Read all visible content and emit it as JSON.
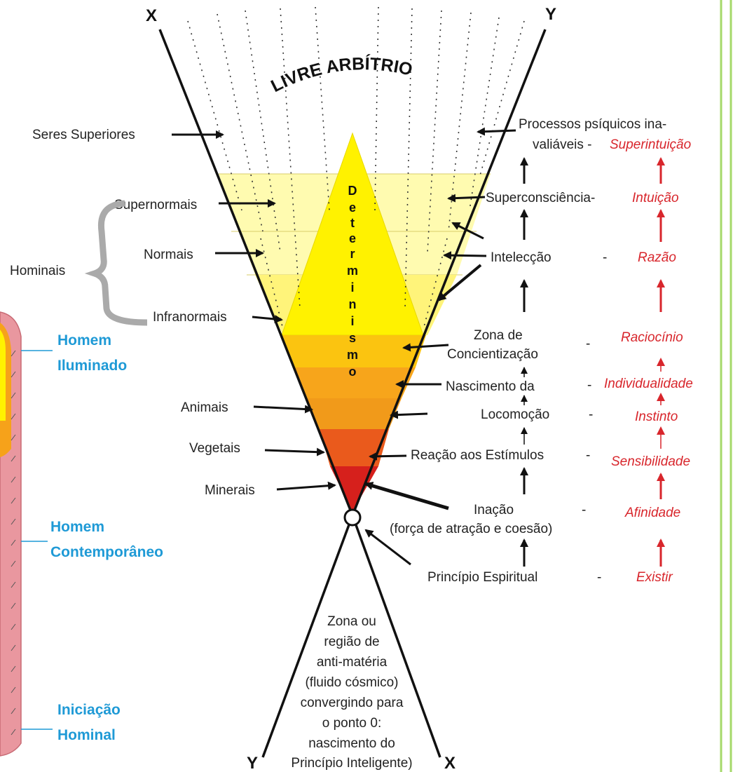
{
  "axes": {
    "x_top": "X",
    "y_top": "Y",
    "y_bottom": "Y",
    "x_bottom": "X"
  },
  "title_arc": "LIVRE ARBÍTRIO",
  "center_word": "Determinismo",
  "left_labels": {
    "seres_superiores": "Seres Superiores",
    "supernormais": "Supernormais",
    "normais": "Normais",
    "infranormais": "Infranormais",
    "hominais": "Hominais",
    "animais": "Animais",
    "vegetais": "Vegetais",
    "minerais": "Minerais"
  },
  "side_labels": {
    "homem_iluminado": [
      "Homem",
      "Iluminado"
    ],
    "homem_contemporaneo": [
      "Homem",
      "Contemporâneo"
    ],
    "iniciacao_hominal": [
      "Iniciação",
      "Hominal"
    ]
  },
  "right_labels": {
    "processos": [
      "Processos psíquicos ina-",
      "valiáveis -"
    ],
    "superconsciencia": "Superconsciência-",
    "inteleccao": "Intelecção",
    "zona": [
      "Zona de",
      "Concientização"
    ],
    "nascimento": "Nascimento da",
    "locomocao": "Locomoção",
    "reacao": "Reação aos Estímulos",
    "inacao": [
      "Inação",
      "(força de atração e coesão)"
    ],
    "principio": "Princípio Espiritual",
    "dash": "-"
  },
  "faculties": {
    "superintuicao": "Superintuição",
    "intuicao": "Intuição",
    "razao": "Razão",
    "raciocinio": "Raciocínio",
    "individualidade": "Individualidade",
    "instinto": "Instinto",
    "sensibilidade": "Sensibilidade",
    "afinidade": "Afinidade",
    "existir": "Existir"
  },
  "antimatter_text": [
    "Zona ou",
    "região de",
    "anti-matéria",
    "(fluido cósmico)",
    "convergindo para",
    "o ponto 0:",
    "nascimento do",
    "Princípio Inteligente)"
  ],
  "colors": {
    "red_text": "#d8262c",
    "blue_text": "#1f9ad6",
    "yellow": "#fff200",
    "pale_yellow": "#fffbb0",
    "orange": "#f6a21a",
    "red_band": "#e2231a",
    "green_border": "#a5d96a",
    "pink": "#e9979f"
  }
}
